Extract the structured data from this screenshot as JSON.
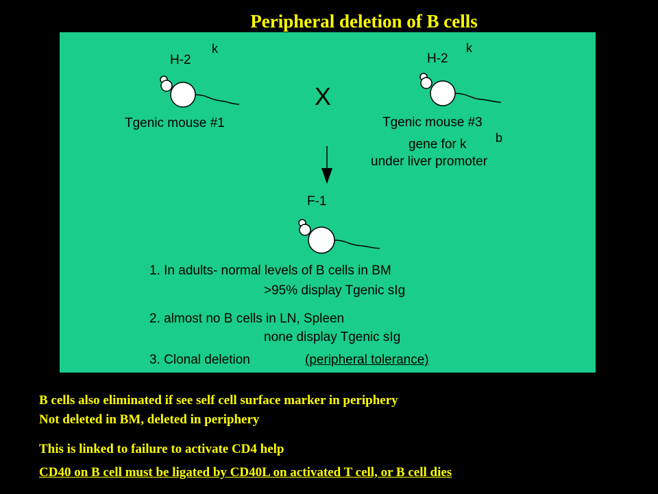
{
  "slide": {
    "title": "Peripheral deletion of B cells"
  },
  "diagram": {
    "parent1": {
      "label1": "H-2",
      "sup": "k",
      "caption": "Tgenic mouse #1"
    },
    "cross": "X",
    "parent2": {
      "label1": "H-2",
      "sup": "k",
      "caption": "Tgenic mouse #3",
      "gene_line": "gene for k",
      "gene_sup": "b",
      "promoter_line": "under liver promoter"
    },
    "offspring": {
      "label": "F-1"
    },
    "results": [
      {
        "line": "1. In adults- normal levels of B cells in BM",
        "sub": ">95% display Tgenic sIg"
      },
      {
        "line": "2. almost no B cells in LN, Spleen",
        "sub": "none display Tgenic sIg"
      },
      {
        "line": "3. Clonal deletion",
        "note": "(peripheral tolerance)"
      }
    ]
  },
  "footer": [
    "B cells also eliminated if see self cell surface marker in periphery",
    "Not deleted in BM, deleted in periphery",
    "This is linked to failure to activate CD4 help",
    "CD40 on B cell must be ligated by CD40L on activated T cell, or B cell dies"
  ],
  "colors": {
    "background": "#000000",
    "panel": "#1acd8b",
    "text_accent": "#ffff00",
    "diagram_text": "#000000"
  }
}
